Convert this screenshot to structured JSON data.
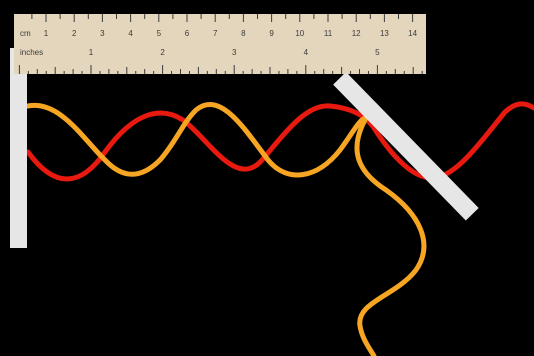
{
  "colors": {
    "background": "#000000",
    "ruler_fill": "#e3d6bd",
    "ruler_ink": "#3a3a3a",
    "bar_fill": "#e6e6e6",
    "red_wave": "#e8190f",
    "orange_wave": "#f6a623"
  },
  "ruler": {
    "cm_label": "cm",
    "inches_label": "inches",
    "cm_ticks": [
      "1",
      "2",
      "3",
      "4",
      "5",
      "6",
      "7",
      "8",
      "9",
      "10",
      "11",
      "12",
      "13",
      "14"
    ],
    "inch_ticks": [
      "1",
      "2",
      "3",
      "4",
      "5"
    ]
  }
}
